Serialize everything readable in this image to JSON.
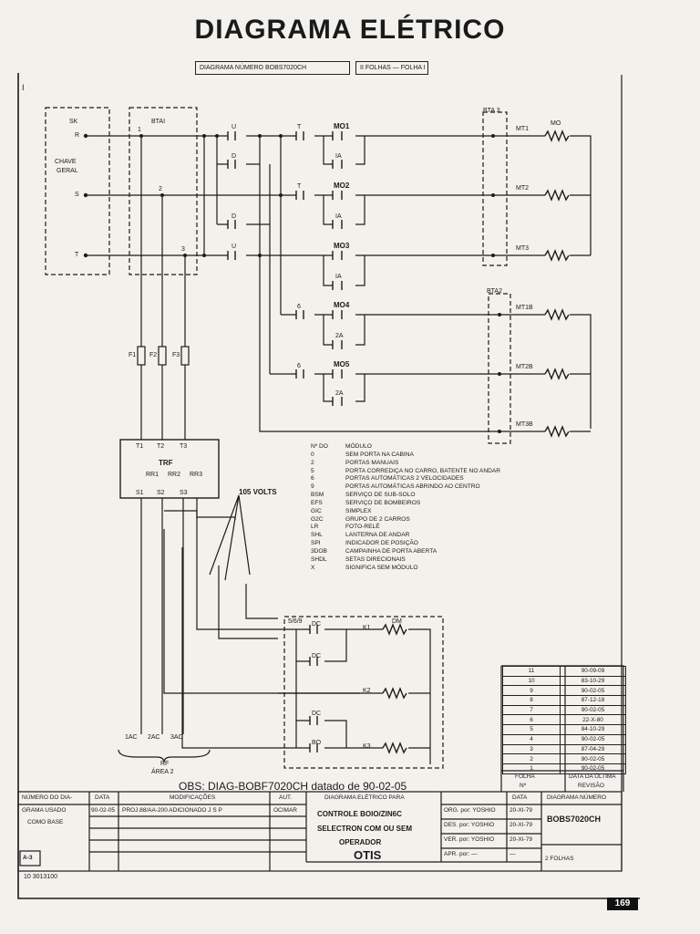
{
  "page": {
    "title": "DIAGRAMA ELÉTRICO",
    "header_left": "DIAGRAMA NÚMERO BOBS7020CH",
    "header_right": "II FOLHAS — FOLHA I",
    "corner_mark": "I",
    "page_number": "169",
    "bottom_code": "10 3013100"
  },
  "diagram": {
    "labels": {
      "sk": "SK",
      "chave": "CHAVE",
      "geral": "GERAL",
      "r": "R",
      "s": "S",
      "t": "T",
      "bta1": "BTAI",
      "bta3": "BTA 3",
      "bta2": "BTA2",
      "p1": "1",
      "p2": "2",
      "p3": "3",
      "u1": "U",
      "d1": "D",
      "d2": "D",
      "u2": "U",
      "t1c": "T",
      "t2c": "T",
      "mo1": "MO1",
      "mo2": "MO2",
      "mo3": "MO3",
      "mo4": "MO4",
      "mo5": "MO5",
      "ia1": "IA",
      "ia2": "IA",
      "ia3": "IA",
      "ia4": "2A",
      "ia5": "2A",
      "c6a": "6",
      "c6b": "6",
      "mt1": "MT1",
      "mt2": "MT2",
      "mt3": "MT3",
      "mt1b": "MT1B",
      "mt2b": "MT2B",
      "mt3b": "MT3B",
      "mo": "MO",
      "f1": "F1",
      "f2": "F2",
      "f3": "F3",
      "trf": "TRF",
      "t1": "T1",
      "t2": "T2",
      "t3": "T3",
      "rr1": "RR1",
      "rr2": "RR2",
      "rr3": "RR3",
      "s1": "S1",
      "s2": "S2",
      "s3": "S3",
      "v105": "105 VOLTS",
      "sg": "5/6/9",
      "dc1": "DC",
      "dc2": "DC",
      "dc3": "DC",
      "bo": "BO",
      "k1": "K1",
      "k2": "K2",
      "k3": "K3",
      "dm": "DM",
      "iac1": "1AC",
      "iac2": "2AC",
      "iac3": "3AC",
      "rf": "RF",
      "area": "ÁREA 2"
    },
    "legend_header": [
      "Nº DO",
      "MÓDULO"
    ],
    "legend_rows": [
      [
        "0",
        "SEM PORTA NA CABINA"
      ],
      [
        "2",
        "PORTAS MANUAIS"
      ],
      [
        "5",
        "PORTA CORREDIÇA NO CARRO, BATENTE NO ANDAR"
      ],
      [
        "6",
        "PORTAS AUTOMÁTICAS 2 VELOCIDADES"
      ],
      [
        "9",
        "PORTAS AUTOMÁTICAS ABRINDO AO CENTRO"
      ],
      [
        "BSM",
        "SERVIÇO DE SUB-SOLO"
      ],
      [
        "EFS",
        "SERVIÇO DE BOMBEIROS"
      ],
      [
        "GIC",
        "SIMPLEX"
      ],
      [
        "G2C",
        "GRUPO DE 2 CARROS"
      ],
      [
        "LR",
        "FOTO-RELÉ"
      ],
      [
        "SHL",
        "LANTERNA DE ANDAR"
      ],
      [
        "SPI",
        "INDICADOR DE POSIÇÃO"
      ],
      [
        "3DOB",
        "CAMPAINHA DE PORTA ABERTA"
      ],
      [
        "SHDL",
        "SETAS DIRECIONAIS"
      ],
      [
        "X",
        "SIGNIFICA SEM MÓDULO"
      ]
    ],
    "obs": "OBS: DIAG-BOBF7020CH datado de 90-02-05"
  },
  "revisions": [
    [
      "11",
      "90-09-09"
    ],
    [
      "10",
      "83-10-29"
    ],
    [
      "9",
      "90-02-05"
    ],
    [
      "8",
      "87-12-18"
    ],
    [
      "7",
      "90-02-05"
    ],
    [
      "6",
      "22-X-80"
    ],
    [
      "5",
      "84-10-29"
    ],
    [
      "4",
      "90-02-05"
    ],
    [
      "3",
      "87-04-29"
    ],
    [
      "2",
      "90-02-05"
    ],
    [
      "1",
      "90-02-05"
    ]
  ],
  "revisions_footer": {
    "folha": "FOLHA",
    "no": "Nº",
    "data_ultima": "DATA DA ÚLTIMA",
    "revisao": "REVISÃO"
  },
  "title_block": {
    "numero_do_diag": "NÚMERO DO DIA-",
    "grama_usado": "GRAMA USADO",
    "como_base": "COMO BASE",
    "col_data": "DATA",
    "col_modificacoes": "MODIFICAÇÕES",
    "col_aut": "AUT.",
    "row1_data": "90-02-05",
    "row1_mod": "PROJ.88/AA-200 ADICIONADO J S P",
    "row1_aut": "OCIMAR",
    "para_label": "DIAGRAMA ELÉTRICO PARA",
    "para_line1": "CONTROLE BOIO/ZIN6C",
    "para_line2": "SELECTRON COM OU SEM",
    "para_line3": "OPERADOR",
    "brand": "OTIS",
    "org_rows": [
      [
        "ORG. por: YOSHIO",
        "20-XI-79"
      ],
      [
        "DES. por: YOSHIO",
        "20-XI-79"
      ],
      [
        "VER. por: YOSHIO",
        "20-XI-79"
      ],
      [
        "APR. por: —",
        "—"
      ]
    ],
    "data_label": "DATA",
    "diag_num_label": "DIAGRAMA NÚMERO",
    "diag_num": "BOBS7020CH",
    "folha_small": "2 FOLHAS",
    "box_label": "A-3"
  }
}
